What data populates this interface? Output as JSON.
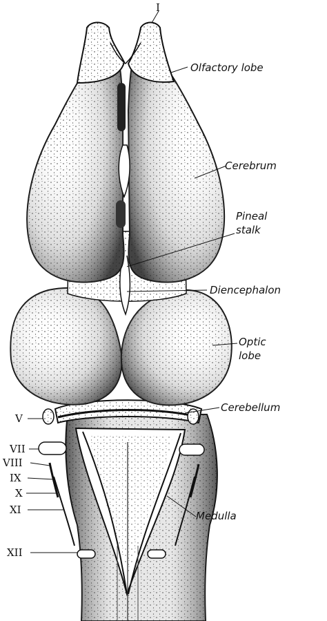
{
  "diagram": {
    "right_labels": {
      "olfactory_lobe": "Olfactory lobe",
      "cerebrum": "Cerebrum",
      "pineal_stalk_line1": "Pineal",
      "pineal_stalk_line2": "stalk",
      "diencephalon": "Diencephalon",
      "optic_lobe_line1": "Optic",
      "optic_lobe_line2": "lobe",
      "cerebellum": "Cerebellum",
      "medulla": "Medulla"
    },
    "cranial_nerves": {
      "I": "I",
      "V": "V",
      "VII": "VII",
      "VIII": "VIII",
      "IX": "IX",
      "X": "X",
      "XI": "XI",
      "XII": "XII"
    }
  }
}
